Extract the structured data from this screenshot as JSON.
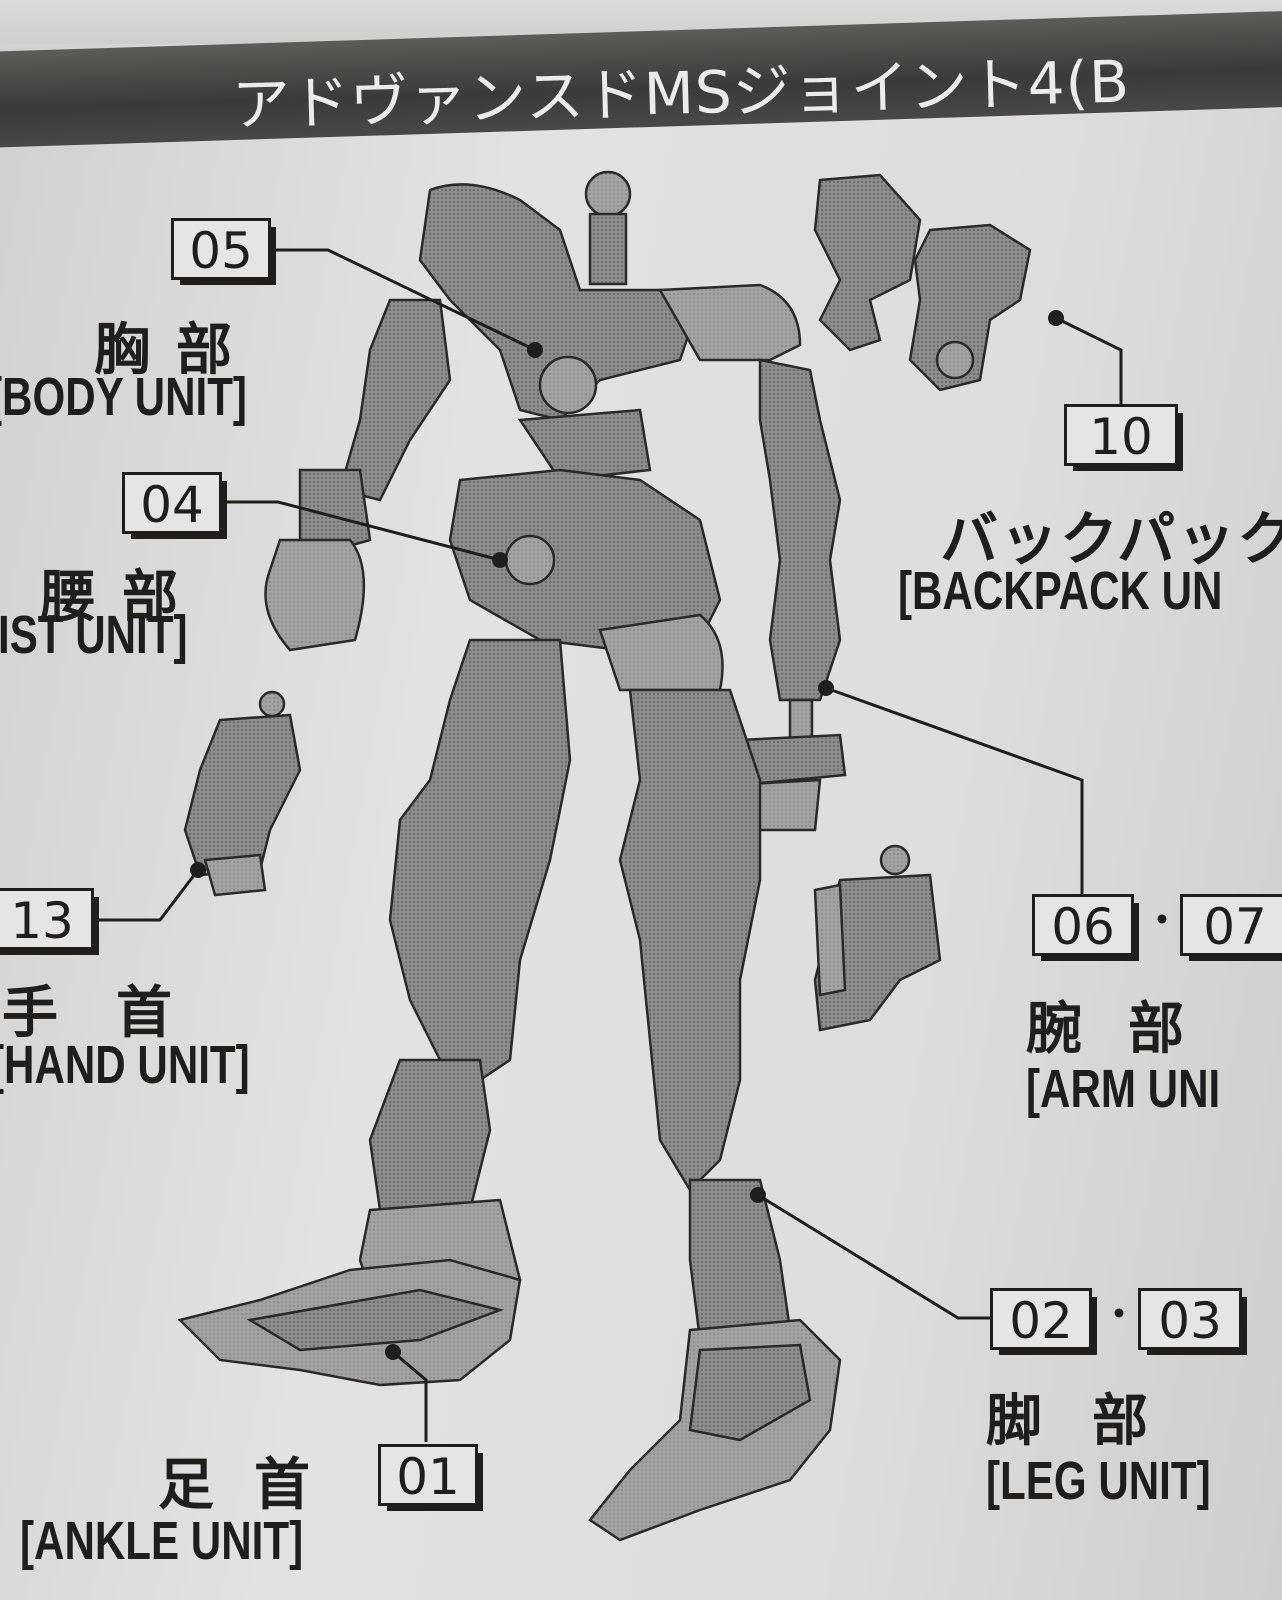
{
  "header": {
    "title": "アドヴァンスドMSジョイント4(B"
  },
  "callouts": {
    "body": {
      "numbers": [
        "05"
      ],
      "jp": "胸部",
      "en": "[BODY UNIT]"
    },
    "waist": {
      "numbers": [
        "04"
      ],
      "jp": "腰部",
      "en": "IST UNIT]"
    },
    "hand": {
      "numbers": [
        "13"
      ],
      "jp": "手首",
      "en": "[HAND UNIT]"
    },
    "ankle": {
      "numbers": [
        "01"
      ],
      "jp": "足首",
      "en": "[ANKLE UNIT]"
    },
    "backpack": {
      "numbers": [
        "10"
      ],
      "jp": "バックパック",
      "en": "[BACKPACK UN"
    },
    "arm": {
      "numbers": [
        "06",
        "07"
      ],
      "jp": "腕部",
      "en": "[ARM UNI"
    },
    "leg": {
      "numbers": [
        "02",
        "03"
      ],
      "jp": "脚部",
      "en": "[LEG UNIT]"
    }
  },
  "colors": {
    "paper": "#dedddb",
    "ink": "#1e1e1e",
    "header_band": "#454341",
    "part_gray": "#8d8b89"
  }
}
